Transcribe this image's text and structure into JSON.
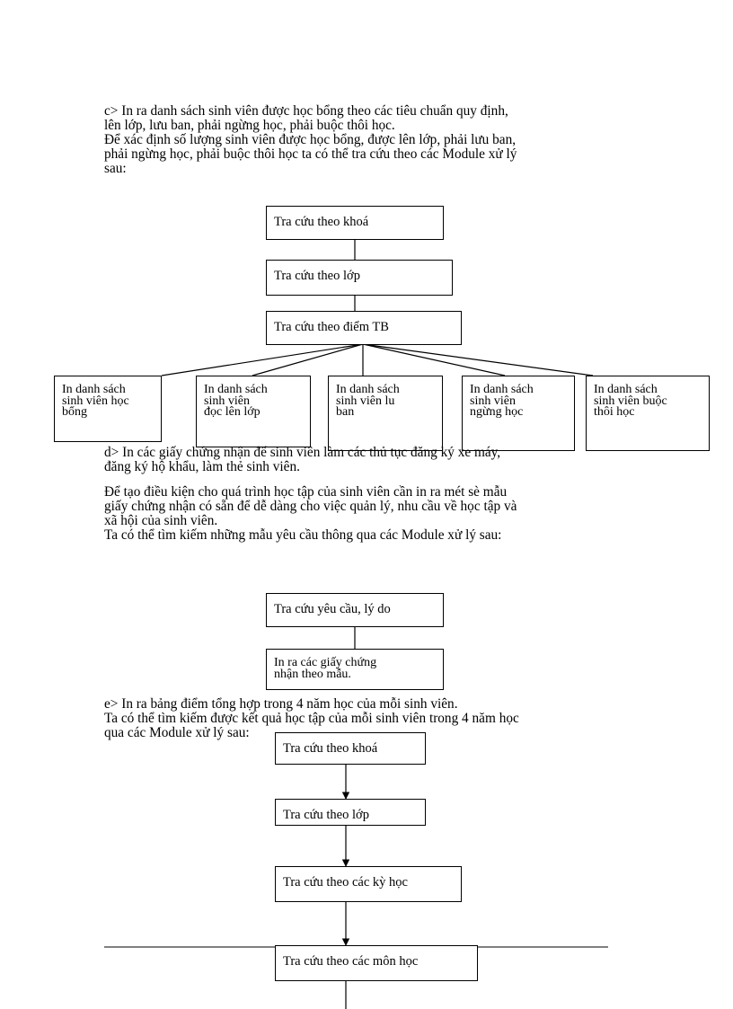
{
  "section_c": {
    "lines": [
      "c> In ra danh sách sinh viên được học bổng theo các tiêu chuẩn quy định,",
      "lên lớp, lưu ban, phải ngừng học, phải buộc thôi học.",
      "Để xác định số lượng sinh viên được học bổng, được lên lớp, phải lưu ban,",
      "phải ngừng học, phải buộc thôi học ta có thể tra cứu theo các Module xử lý",
      "sau:"
    ]
  },
  "diagram1": {
    "box_khoa": "Tra cứu theo khoá",
    "box_lop": "Tra cứu theo lớp",
    "box_diem": "Tra cứu theo điểm TB",
    "outputs": [
      [
        "In danh sách",
        "sinh viên học",
        "bổng"
      ],
      [
        "In danh sách",
        "sinh viên",
        "đọc   lên lớp"
      ],
      [
        "In danh sách",
        "sinh viên lu",
        "ban"
      ],
      [
        "In danh sách",
        "sinh viên",
        "ngừng học"
      ],
      [
        "In danh sách",
        "sinh viên buộc",
        "thôi học"
      ]
    ]
  },
  "section_d": {
    "lines": [
      "d> In các giấy chứng nhận để sinh viên làm các thủ tục đăng ký xe máy,",
      "đăng ký hộ khẩu, làm thẻ sinh viên.",
      " Để tạo điều kiện cho quá trình học tập của sinh viên cần in ra mét sè mẫu",
      "giấy chứng nhận có sẵn để dễ dàng cho việc quản lý, nhu cầu về học tập và",
      "xã hội của sinh viên.",
      "  Ta có thể tìm kiếm những mẫu yêu cầu thông qua các Module xử lý sau:"
    ]
  },
  "diagram2": {
    "box_yeucau": "Tra cứu yêu cầu, lý do",
    "box_inra": [
      "In ra các giấy chứng",
      "nhận theo mẫu."
    ]
  },
  "section_e": {
    "lines": [
      "e> In ra bảng điểm tổng hợp trong 4 năm học của mỗi sinh viên.",
      "Ta có thể tìm kiếm được kết quả học tập của mỗi sinh viên trong 4 năm học",
      "qua các Module xử lý sau:"
    ]
  },
  "diagram3": {
    "box_khoa": "Tra cứu theo khoá",
    "box_lop": "Tra cứu theo lớp",
    "box_kyhoc": "Tra cứu theo các kỳ học",
    "box_monhoc": "Tra cứu theo các môn học"
  }
}
